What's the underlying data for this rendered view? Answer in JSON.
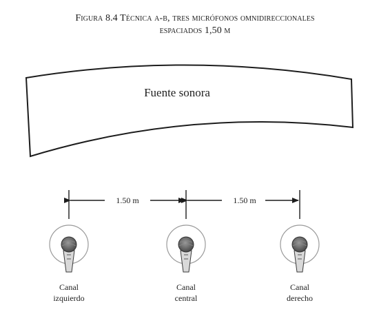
{
  "caption": {
    "line1": "Figura 8.4 Técnica a-b, tres micrófonos omnidireccionales",
    "line2": "espaciados 1,50 m"
  },
  "source_label": "Fuente sonora",
  "dimensions": [
    "1.50 m",
    "1.50 m"
  ],
  "microphones": [
    {
      "label_line1": "Canal",
      "label_line2": "izquierdo"
    },
    {
      "label_line1": "Canal",
      "label_line2": "central"
    },
    {
      "label_line1": "Canal",
      "label_line2": "derecho"
    }
  ],
  "colors": {
    "ink": "#1c1c1c",
    "mic_head": "#6f6f6f",
    "circle": "#9a9a9a"
  }
}
